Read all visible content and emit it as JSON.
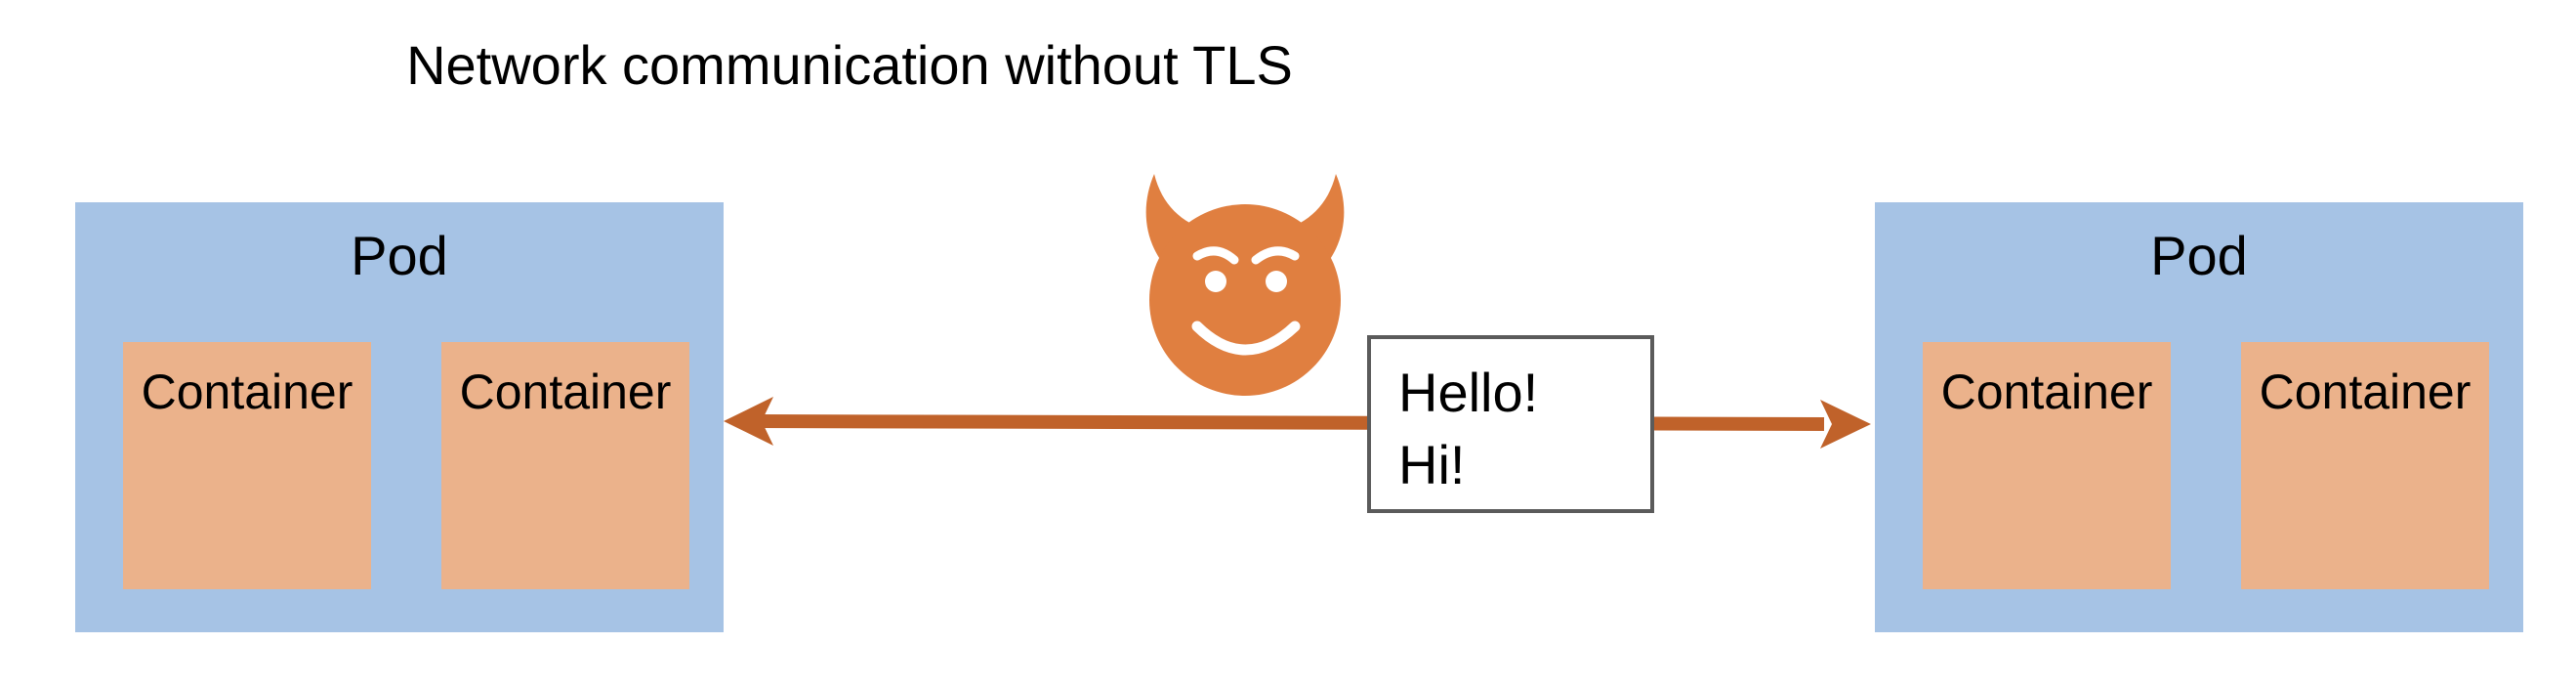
{
  "title": "Network communication without TLS",
  "pods": [
    {
      "label": "Pod",
      "containers": [
        "Container",
        "Container"
      ]
    },
    {
      "label": "Pod",
      "containers": [
        "Container",
        "Container"
      ]
    }
  ],
  "message": {
    "lines": [
      "Hello!",
      "Hi!"
    ]
  },
  "colors": {
    "pod": "#a6c3e5",
    "container": "#ebb28b",
    "arrow": "#c0622a",
    "attacker": "#e07f40"
  },
  "icons": {
    "attacker": "smiling-devil-icon",
    "arrow": "double-headed-arrow"
  }
}
